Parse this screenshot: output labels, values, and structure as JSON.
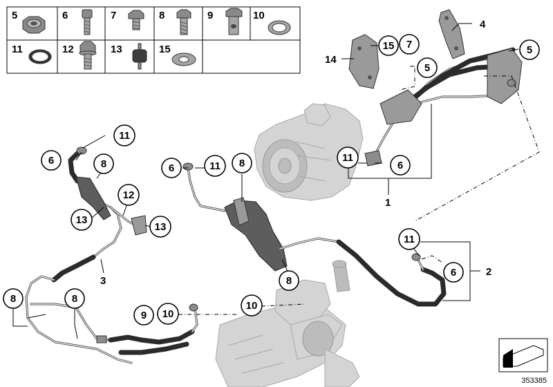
{
  "legend": {
    "items": [
      {
        "num": "5",
        "part": "flange-nut"
      },
      {
        "num": "6",
        "part": "socket-bolt"
      },
      {
        "num": "7",
        "part": "hex-bolt-short"
      },
      {
        "num": "8",
        "part": "hex-bolt-long"
      },
      {
        "num": "9",
        "part": "hollow-bolt"
      },
      {
        "num": "10",
        "part": "sealing-ring"
      },
      {
        "num": "11",
        "part": "o-ring"
      },
      {
        "num": "12",
        "part": "collar-bolt"
      },
      {
        "num": "13",
        "part": "rubber-mount"
      },
      {
        "num": "15",
        "part": "washer"
      }
    ]
  },
  "callouts": {
    "c4": "4",
    "c5a": "5",
    "c14": "14",
    "c15": "15",
    "c7": "7",
    "c5b": "5",
    "c11a": "11",
    "c6a": "6",
    "c8a": "8",
    "c12": "12",
    "c13a": "13",
    "c13b": "13",
    "c3": "3",
    "c6b": "6",
    "c11b": "11",
    "c8b": "8",
    "c11c": "11",
    "c6c": "6",
    "c1": "1",
    "c11d": "11",
    "c6d": "6",
    "c2": "2",
    "c8c": "8",
    "c8d": "8",
    "c8e": "8",
    "c9": "9",
    "c10a": "10",
    "c10b": "10"
  },
  "catalog_number": "353385",
  "colors": {
    "line": "#000000",
    "hose": "#2b2b2b",
    "ghost": "#d4d4d4"
  }
}
